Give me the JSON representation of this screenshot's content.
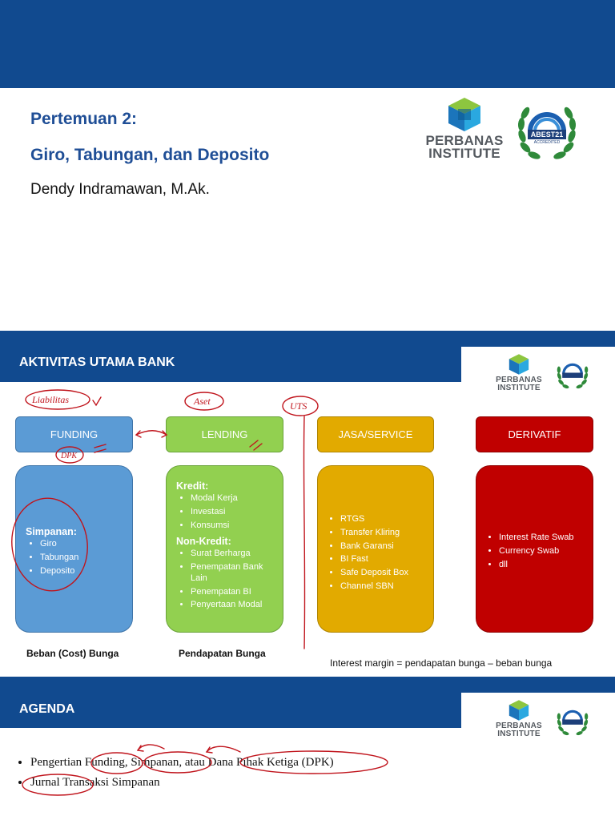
{
  "slide1": {
    "title_line1": "Pertemuan 2:",
    "title_line2": "Giro, Tabungan, dan Deposito",
    "author": "Dendy Indramawan, M.Ak.",
    "logo_line1": "PERBANAS",
    "logo_line2": "INSTITUTE",
    "badge_text": "ABEST21",
    "badge_subtext": "ACCREDITED"
  },
  "slide2": {
    "title": "AKTIVITAS UTAMA BANK",
    "headers": {
      "funding": "FUNDING",
      "lending": "LENDING",
      "jasa": "JASA/SERVICE",
      "derivatif": "DERIVATIF"
    },
    "funding_card": {
      "heading": "Simpanan:",
      "items": [
        "Giro",
        "Tabungan",
        "Deposito"
      ]
    },
    "lending_card": {
      "heading1": "Kredit:",
      "items1": [
        "Modal Kerja",
        "Investasi",
        "Konsumsi"
      ],
      "heading2": "Non-Kredit:",
      "items2": [
        "Surat Berharga",
        "Penempatan Bank Lain",
        "Penempatan BI",
        "Penyertaan Modal"
      ]
    },
    "jasa_card": {
      "items": [
        "RTGS",
        "Transfer Kliring",
        "Bank Garansi",
        "BI Fast",
        "Safe Deposit Box",
        "Channel SBN"
      ]
    },
    "derivatif_card": {
      "items": [
        "Interest Rate Swab",
        "Currency Swab",
        "dll"
      ]
    },
    "label_funding": "Beban (Cost) Bunga",
    "label_lending": "Pendapatan Bunga",
    "formula": "Interest margin = pendapatan bunga – beban bunga",
    "annotations": {
      "liabilities": "Liabilitas",
      "dpk": "DPK",
      "aset": "Aset",
      "uts": "UTS"
    }
  },
  "slide3": {
    "title": "AGENDA",
    "items": [
      "Pengertian Funding, Simpanan, atau Dana Pihak Ketiga (DPK)",
      "Jurnal Transaksi Simpanan"
    ]
  },
  "colors": {
    "brand_blue": "#114a8f",
    "funding": "#5b9bd5",
    "lending": "#92d050",
    "jasa": "#e2aa00",
    "derivatif": "#c00000",
    "annotation_ink": "#c0141c"
  }
}
